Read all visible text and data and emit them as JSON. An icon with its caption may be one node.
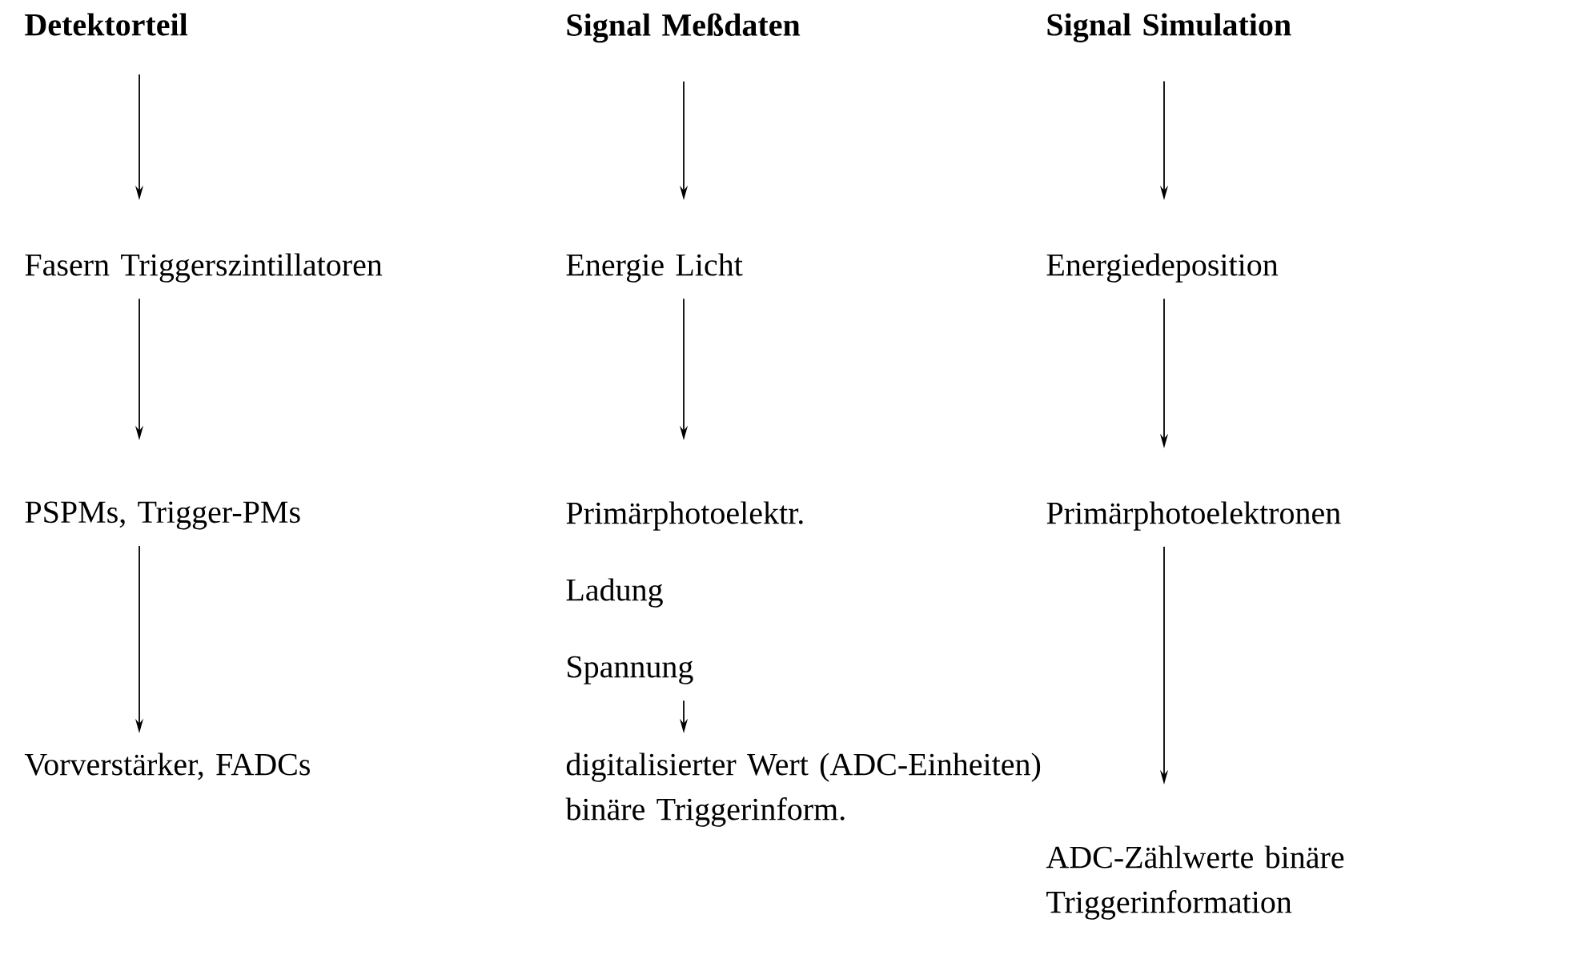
{
  "diagram": {
    "nodes": [
      {
        "text": [
          "Detektorteil"
        ]
      },
      {
        "text": [
          "Fasern Triggerszintillatoren"
        ]
      },
      {
        "text": [
          "PSPMs, Trigger-PMs"
        ]
      },
      {
        "text": [
          "Vorverstärker, FADCs"
        ]
      },
      {
        "text": [
          "Signal Meßdaten"
        ]
      },
      {
        "text": [
          "Energie Licht"
        ]
      },
      {
        "text": [
          "Primärphotoelektr.",
          "Ladung",
          "Spannung"
        ]
      },
      {
        "text": [
          "digitalisierter Wert (ADC-Einheiten) binäre Triggerinform."
        ]
      },
      {
        "text": [
          "Signal Simulation"
        ]
      },
      {
        "text": [
          "Energiedeposition"
        ]
      },
      {
        "text": [
          "Primärphotoelektronen"
        ]
      },
      {
        "text": [
          "ADC-Zählwerte binäre Triggerinformation"
        ]
      }
    ],
    "edges": [
      {
        "from": 0,
        "to": 1,
        "arrow": "to"
      },
      {
        "from": 1,
        "to": 2,
        "arrow": "to"
      },
      {
        "from": 2,
        "to": 3,
        "arrow": "to"
      },
      {
        "from": 4,
        "to": 5,
        "arrow": "to"
      },
      {
        "from": 5,
        "to": 6,
        "arrow": "to"
      },
      {
        "from": 6,
        "to": 7,
        "arrow": "to"
      },
      {
        "from": 8,
        "to": 9,
        "arrow": "to"
      },
      {
        "from": 9,
        "to": 10,
        "arrow": "to"
      },
      {
        "from": 10,
        "to": 11,
        "arrow": "to"
      }
    ]
  }
}
